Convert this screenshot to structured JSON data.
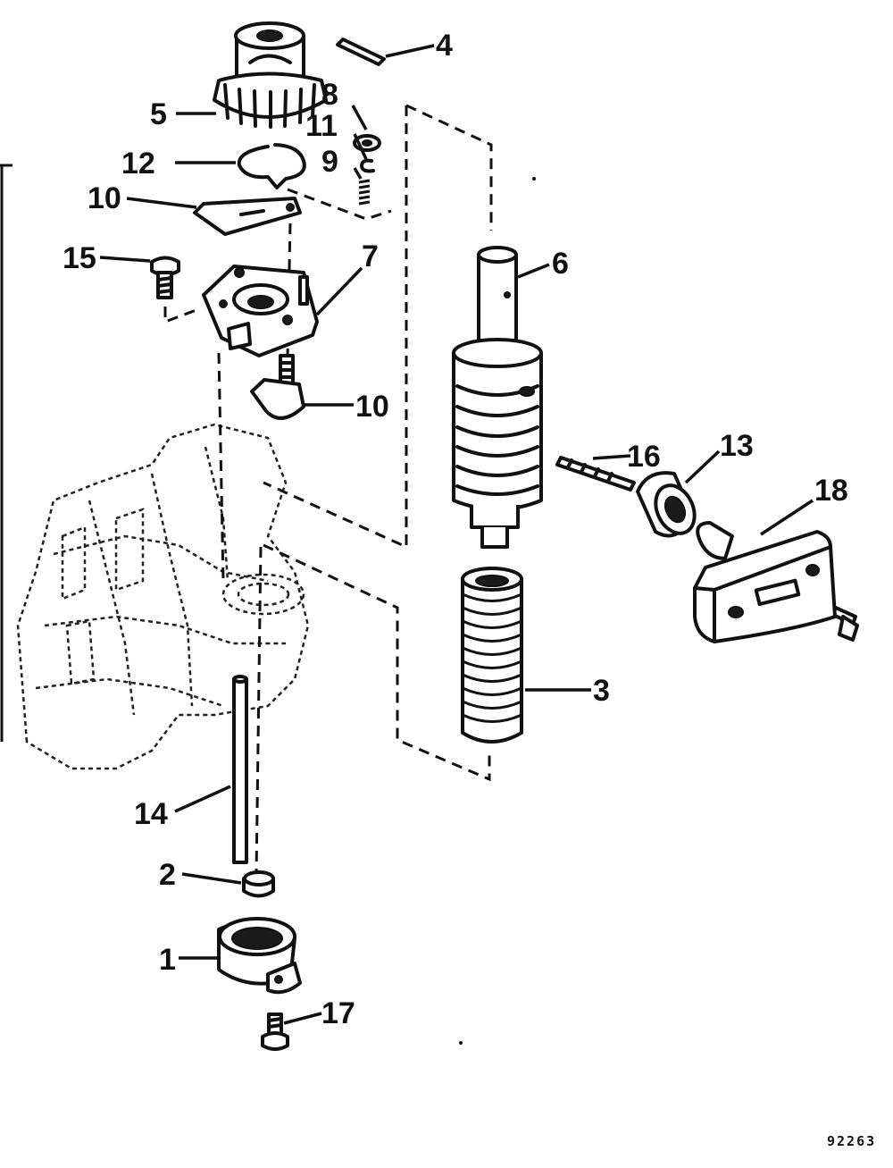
{
  "figure_number": "92263",
  "callouts": [
    {
      "id": "c1",
      "label": "1"
    },
    {
      "id": "c2",
      "label": "2"
    },
    {
      "id": "c3",
      "label": "3"
    },
    {
      "id": "c4",
      "label": "4"
    },
    {
      "id": "c5",
      "label": "5"
    },
    {
      "id": "c6",
      "label": "6"
    },
    {
      "id": "c7",
      "label": "7"
    },
    {
      "id": "c8",
      "label": "8"
    },
    {
      "id": "c9",
      "label": "9"
    },
    {
      "id": "c10a",
      "label": "10"
    },
    {
      "id": "c10b",
      "label": "10"
    },
    {
      "id": "c11",
      "label": "11"
    },
    {
      "id": "c12",
      "label": "12"
    },
    {
      "id": "c13",
      "label": "13"
    },
    {
      "id": "c14",
      "label": "14"
    },
    {
      "id": "c15",
      "label": "15"
    },
    {
      "id": "c16",
      "label": "16"
    },
    {
      "id": "c17",
      "label": "17"
    },
    {
      "id": "c18",
      "label": "18"
    }
  ]
}
